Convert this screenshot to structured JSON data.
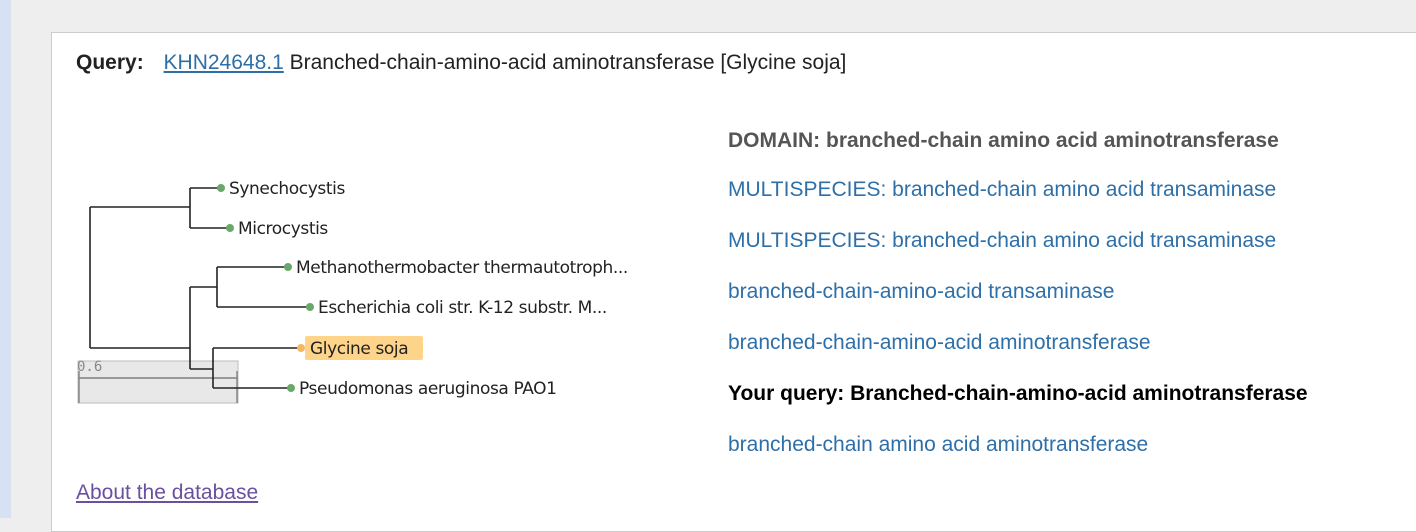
{
  "query": {
    "label": "Query:",
    "accession": "KHN24648.1",
    "description": "Branched-chain-amino-acid aminotransferase [Glycine soja]"
  },
  "tree": {
    "scale_label": "0.6",
    "leaves": [
      {
        "label": "Synechocystis",
        "highlight": false
      },
      {
        "label": "Microcystis",
        "highlight": false
      },
      {
        "label": "Methanothermobacter thermautotroph...",
        "highlight": false
      },
      {
        "label": "Escherichia coli str. K-12 substr. M...",
        "highlight": false
      },
      {
        "label": "Glycine soja",
        "highlight": true
      },
      {
        "label": "Pseudomonas aeruginosa PAO1",
        "highlight": false
      }
    ],
    "colors": {
      "node": "#6aa86a",
      "highlight_node": "#f5b860",
      "highlight_bg": "#fdd48a"
    }
  },
  "domains": {
    "header": "DOMAIN: branched-chain amino acid aminotransferase",
    "items": [
      {
        "label": "MULTISPECIES: branched-chain amino acid transaminase",
        "kind": "link"
      },
      {
        "label": "MULTISPECIES: branched-chain amino acid transaminase",
        "kind": "link"
      },
      {
        "label": "branched-chain-amino-acid transaminase",
        "kind": "link"
      },
      {
        "label": "branched-chain-amino-acid aminotransferase",
        "kind": "link"
      },
      {
        "label": "Your query: Branched-chain-amino-acid aminotransferase",
        "kind": "query"
      },
      {
        "label": "branched-chain amino acid aminotransferase",
        "kind": "link"
      }
    ]
  },
  "footer": {
    "about_label": "About the database"
  }
}
